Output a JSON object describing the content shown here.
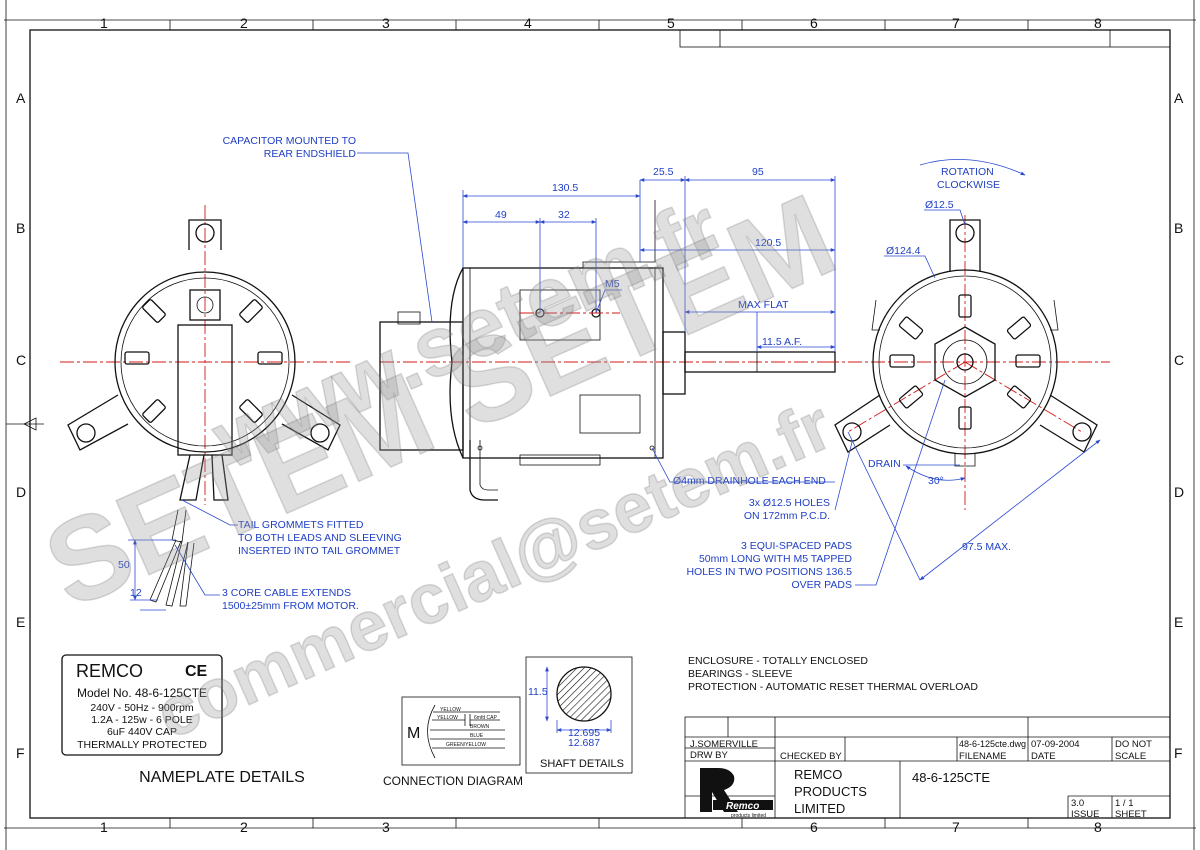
{
  "grid": {
    "columns": [
      "1",
      "2",
      "3",
      "4",
      "5",
      "6",
      "7",
      "8"
    ],
    "rows": [
      "A",
      "B",
      "C",
      "D",
      "E",
      "F"
    ]
  },
  "callouts": {
    "capacitor": [
      "CAPACITOR MOUNTED TO",
      "REAR ENDSHIELD"
    ],
    "rotation": [
      "ROTATION",
      "CLOCKWISE"
    ],
    "tail_grommets": [
      "TAIL GROMMETS FITTED",
      "TO BOTH LEADS AND SLEEVING",
      "INSERTED INTO TAIL GROMMET"
    ],
    "cable": [
      "3 CORE CABLE EXTENDS",
      "1500±25mm FROM MOTOR."
    ],
    "drainhole": "Ø4mm DRAINHOLE EACH END",
    "holes": [
      "3x Ø12.5 HOLES",
      "ON 172mm P.C.D."
    ],
    "pads": [
      "3 EQUI-SPACED PADS",
      "50mm LONG WITH M5 TAPPED",
      "HOLES IN TWO POSITIONS 136.5",
      "OVER PADS"
    ],
    "drain": "DRAIN",
    "max_flat": "MAX FLAT",
    "af": "11.5 A.F.",
    "m5": "M5"
  },
  "dimensions": {
    "d130_5": "130.5",
    "d49": "49",
    "d32": "32",
    "d25_5": "25.5",
    "d95": "95",
    "d120_5": "120.5",
    "dia12_5": "Ø12.5",
    "dia124_4": "Ø124.4",
    "angle30": "30°",
    "d97_5": "97.5 MAX.",
    "d50": "50",
    "d12": "12"
  },
  "specs": [
    "ENCLOSURE - TOTALLY ENCLOSED",
    "BEARINGS - SLEEVE",
    "PROTECTION - AUTOMATIC RESET THERMAL OVERLOAD"
  ],
  "nameplate": {
    "brand": "REMCO",
    "ce": "CE",
    "model": "Model No. 48-6-125CTE",
    "lines": [
      "240V - 50Hz - 900rpm",
      "1.2A - 125w - 6 POLE",
      "6uF 440V CAP",
      "THERMALLY PROTECTED"
    ],
    "caption": "NAMEPLATE DETAILS"
  },
  "connection": {
    "motor_label": "M",
    "wires": [
      "YELLOW",
      "YELLOW",
      "BROWN",
      "BLUE",
      "GREEN/YELLOW"
    ],
    "cap": "6mfd CAP",
    "caption": "CONNECTION DIAGRAM"
  },
  "shaft": {
    "flat": "11.5",
    "dia_max": "12.695",
    "dia_min": "12.687",
    "caption": "SHAFT DETAILS"
  },
  "title_block": {
    "drawn_name": "J.SOMERVILLE",
    "drw_by": "DRW BY",
    "checked_by": "CHECKED BY",
    "filename_value": "48-6-125cte.dwg",
    "filename_label": "FILENAME",
    "date_value": "07-09-2004",
    "date_label": "DATE",
    "scale_value": "DO NOT",
    "scale_label": "SCALE",
    "company": [
      "REMCO",
      "PRODUCTS",
      "LIMITED"
    ],
    "drawing_number": "48-6-125CTE",
    "issue_value": "3.0",
    "issue_label": "ISSUE",
    "sheet_value": "1 / 1",
    "sheet_label": "SHEET",
    "logo_text": "Remco",
    "logo_sub": "products limited"
  },
  "watermark": {
    "line1": "www.setem.fr",
    "line2": "SETEM SETEM",
    "line3": "commercial@setem.fr"
  }
}
